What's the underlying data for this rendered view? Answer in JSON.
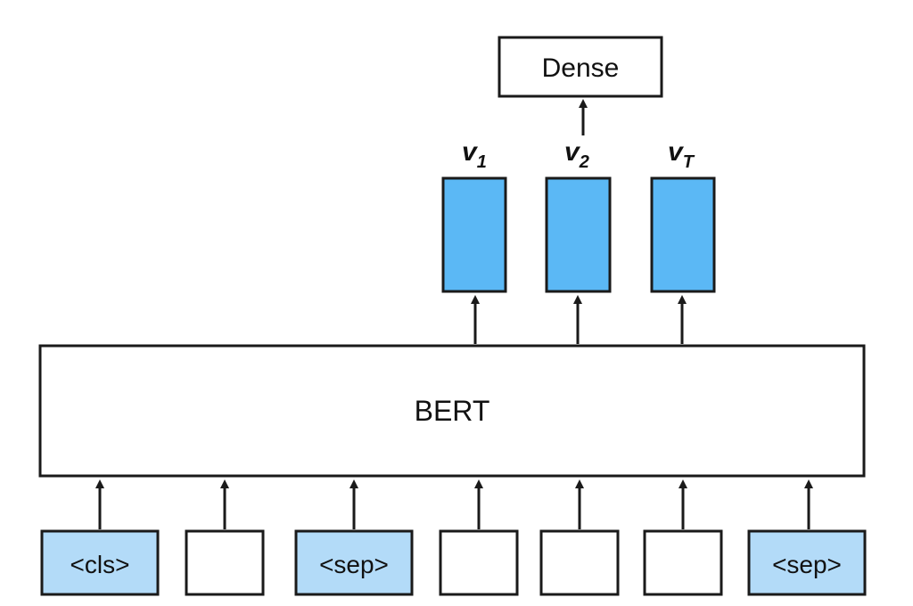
{
  "diagram": {
    "model_label": "BERT",
    "dense_label": "Dense",
    "vectors": [
      {
        "base": "v",
        "sub": "1"
      },
      {
        "base": "v",
        "sub": "2"
      },
      {
        "base": "v",
        "sub": "T"
      }
    ],
    "tokens": [
      {
        "label": "<cls>",
        "highlighted": true
      },
      {
        "label": "",
        "highlighted": false
      },
      {
        "label": "<sep>",
        "highlighted": true
      },
      {
        "label": "",
        "highlighted": false
      },
      {
        "label": "",
        "highlighted": false
      },
      {
        "label": "",
        "highlighted": false
      },
      {
        "label": "<sep>",
        "highlighted": true
      }
    ],
    "colors": {
      "vector_fill": "#5bb8f5",
      "token_highlight_fill": "#b3dbf8",
      "stroke": "#1a1a1a",
      "box_fill": "#ffffff"
    }
  }
}
